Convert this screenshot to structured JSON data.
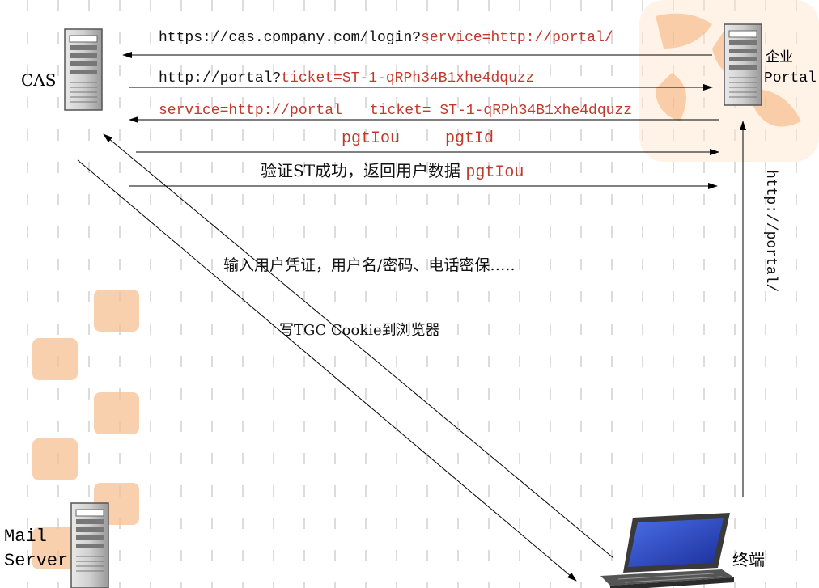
{
  "nodes": {
    "cas": {
      "label": "CAS"
    },
    "portal": {
      "label_line1": "企业",
      "label_line2": "Portal"
    },
    "mail": {
      "label_line1": "Mail",
      "label_line2": "Server"
    },
    "terminal": {
      "label": "终端"
    }
  },
  "messages": {
    "login_redirect": {
      "prefix": "https://cas.company.com/login?",
      "param": "service=http://portal/"
    },
    "ticket_redirect": {
      "prefix": "http://portal?",
      "param": "ticket=ST-1-qRPh34B1xhe4dquzz"
    },
    "validate": {
      "service": "service=http://portal",
      "ticket": "ticket= ST-1-qRPh34B1xhe4dquzz"
    },
    "pgt": {
      "pgtiou": "pgtIou",
      "pgtid": "pgtId"
    },
    "success": {
      "text": "验证ST成功，返回用户数据",
      "param": "pgtIou"
    },
    "credentials": {
      "text": "输入用户凭证，用户名/密码、电话密保….."
    },
    "tgc": {
      "text": "写TGC Cookie到浏览器"
    },
    "portal_access": {
      "text": "http://portal/"
    }
  },
  "colors": {
    "param": "#c0392b",
    "text": "#111111",
    "dash": "#dddddd",
    "seal": "#f5b980"
  }
}
